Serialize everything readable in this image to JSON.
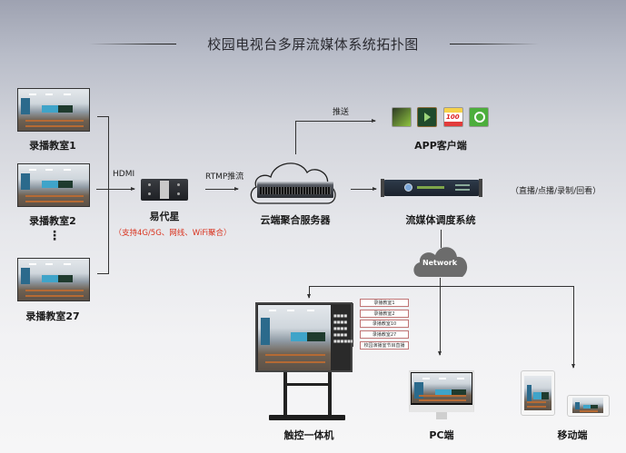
{
  "title": "校园电视台多屏流媒体系统拓扑图",
  "classrooms": [
    {
      "label": "录播教室1"
    },
    {
      "label": "录播教室2"
    },
    {
      "label": "录播教室27"
    }
  ],
  "ellipsis": "⋮",
  "links": {
    "hdmi": "HDMI",
    "rtmp": "RTMP推流",
    "push": "推送",
    "network": "Network"
  },
  "encoder": {
    "name": "易代星",
    "note": "（支持4G/5G、网线、WiFi聚合）",
    "note_color": "#d9331f"
  },
  "cloud_server": {
    "name": "云端聚合服务器"
  },
  "app_client": {
    "name": "APP客户端",
    "icons": [
      "app-icon-green-face",
      "app-icon-blackboard-play",
      "app-icon-100",
      "app-icon-green-q"
    ]
  },
  "streaming": {
    "name": "流媒体调度系统",
    "note": "（直播/点播/录制/回看）"
  },
  "terminals": {
    "touch": {
      "name": "触控一体机",
      "callouts": [
        "录播教室1",
        "录播教室2",
        "录播教室10",
        "录播教室27",
        "校园演播室节目直播"
      ]
    },
    "pc": {
      "name": "PC端"
    },
    "mobile": {
      "name": "移动端"
    }
  }
}
